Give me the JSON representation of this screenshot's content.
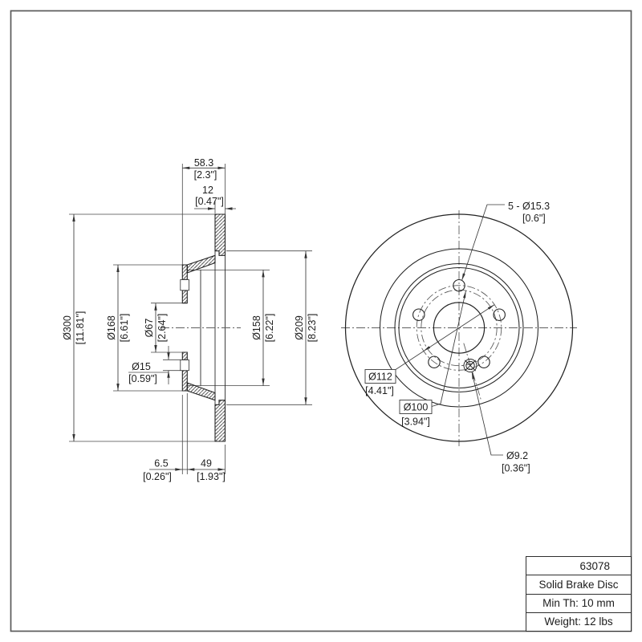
{
  "left_view": {
    "dims": {
      "overall_width_mm": "58.3",
      "overall_width_in": "[2.3\"]",
      "disc_thickness_mm": "12",
      "disc_thickness_in": "[0.47\"]",
      "outer_diameter_mm": "Ø300",
      "outer_diameter_in": "[11.81\"]",
      "hat_diameter_mm": "Ø168",
      "hat_diameter_in": "[6.61\"]",
      "center_bore_mm": "Ø67",
      "center_bore_in": "[2.64\"]",
      "stud_hole_mm": "Ø15",
      "stud_hole_in": "[0.59\"]",
      "hat_inner_diameter_mm": "Ø158",
      "hat_inner_diameter_in": "[6.22\"]",
      "friction_inner_diameter_mm": "Ø209",
      "friction_inner_diameter_in": "[8.23\"]",
      "face_thickness_mm": "6.5",
      "face_thickness_in": "[0.26\"]",
      "hat_depth_mm": "49",
      "hat_depth_in": "[1.93\"]"
    }
  },
  "right_view": {
    "dims": {
      "bolt_holes_mm": "5 - Ø15.3",
      "bolt_holes_in": "[0.6\"]",
      "bolt_circle_mm": "Ø112",
      "bolt_circle_in": "[4.41\"]",
      "screw_circle_mm": "Ø100",
      "screw_circle_in": "[3.94\"]",
      "set_screw_mm": "Ø9.2",
      "set_screw_in": "[0.36\"]"
    }
  },
  "title_block": {
    "part_number": "63078",
    "description": "Solid Brake Disc",
    "min_thickness": "Min Th: 10 mm",
    "weight": "Weight: 12 lbs"
  }
}
